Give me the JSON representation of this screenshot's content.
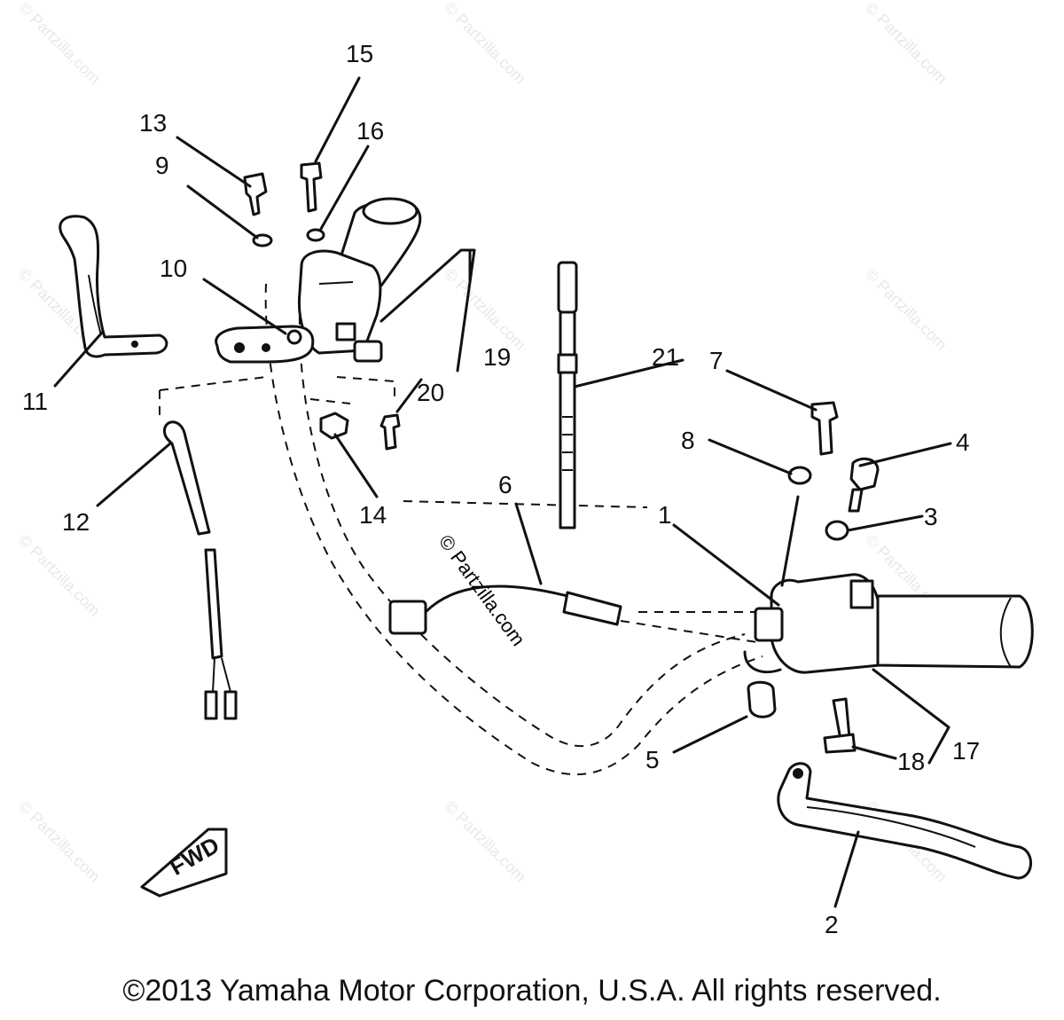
{
  "watermark": "© Partzilla.com",
  "center_watermark": "© Partzilla.com",
  "copyright": "©2013 Yamaha Motor Corporation, U.S.A. All rights reserved.",
  "fwd_label": "FWD",
  "callouts": {
    "c1": "1",
    "c2": "2",
    "c3": "3",
    "c4": "4",
    "c5": "5",
    "c6": "6",
    "c7": "7",
    "c8": "8",
    "c9": "9",
    "c10": "10",
    "c11": "11",
    "c12": "12",
    "c13": "13",
    "c14": "14",
    "c15": "15",
    "c16": "16",
    "c17": "17",
    "c18": "18",
    "c19": "19",
    "c20": "20",
    "c21": "21"
  }
}
